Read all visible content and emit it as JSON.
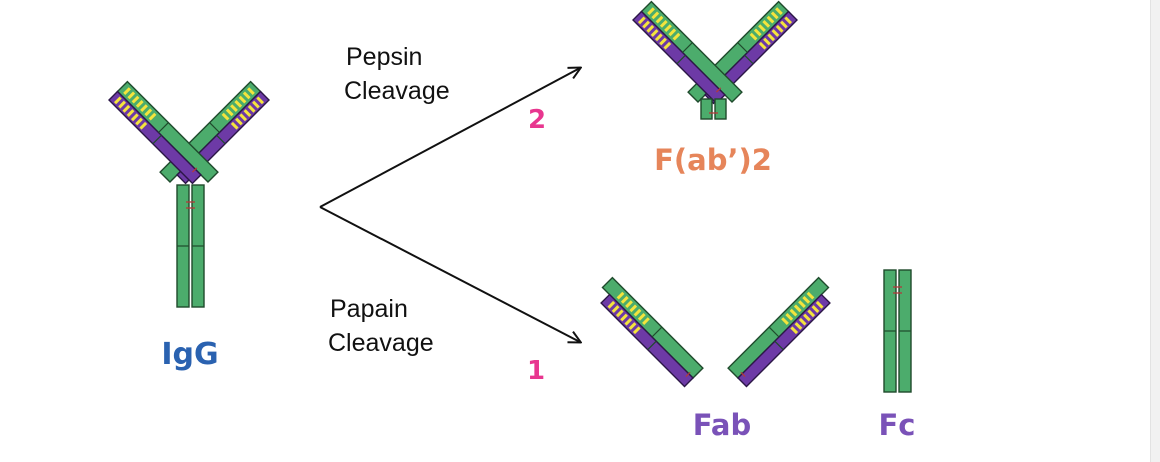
{
  "labels": {
    "igg": "IgG",
    "fab2": "F(ab’)2",
    "fab": "Fab",
    "fc": "Fc"
  },
  "cleavage": {
    "pepsin_line1": "Pepsin",
    "pepsin_line2": "Cleavage",
    "papain_line1": "Papain",
    "papain_line2": "Cleavage"
  },
  "annotations": {
    "mark_pepsin": "2",
    "mark_papain": "1"
  },
  "colors": {
    "heavy_chain": "#4cac6c",
    "light_chain": "#6d3aa6",
    "cdr_stripes": "#f4e43c",
    "disulfide": "#b23b3b",
    "igg_label": "#2a62b0",
    "fab2_label": "#e6855a",
    "fab_label": "#7a52b8",
    "fc_label": "#7a52b8",
    "annotation": "#e8368f",
    "arrow": "#111111"
  }
}
